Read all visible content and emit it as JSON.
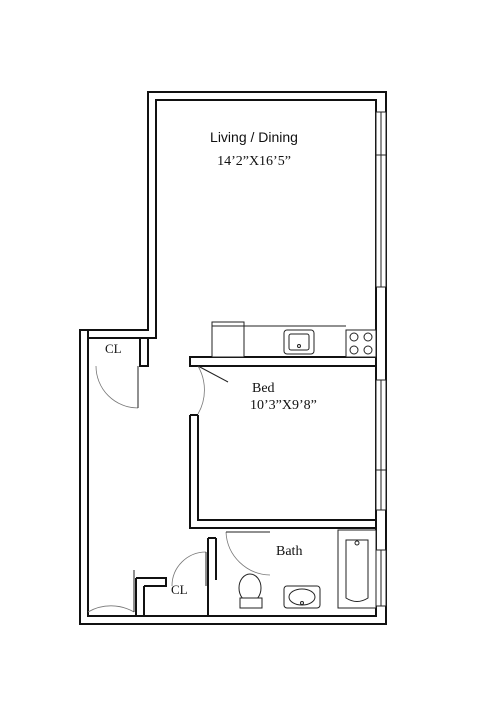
{
  "rooms": {
    "living_dining": {
      "name": "Living / Dining",
      "dimensions": "14’2”X16’5”"
    },
    "bed": {
      "name": "Bed",
      "dimensions": "10’3”X9’8”"
    },
    "bath": {
      "name": "Bath"
    },
    "closet_upper": {
      "name": "CL"
    },
    "closet_lower": {
      "name": "CL"
    }
  }
}
